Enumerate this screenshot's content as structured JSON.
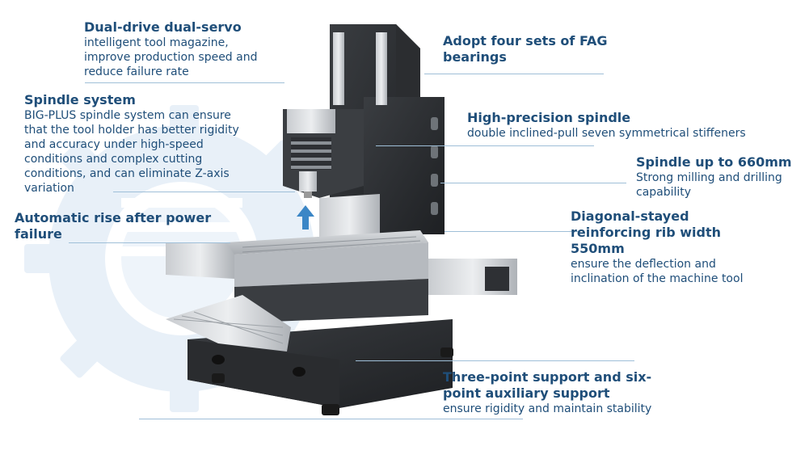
{
  "callouts": [
    {
      "title": "Dual-drive dual-servo",
      "desc": [
        "intelligent tool magazine,",
        "improve production speed and",
        "reduce failure rate"
      ]
    },
    {
      "title": "Spindle system",
      "desc": [
        "BIG-PLUS spindle system can ensure",
        "that the tool holder has better rigidity",
        "and accuracy under high-speed",
        "conditions and complex cutting",
        "conditions, and can eliminate Z-axis",
        "variation"
      ]
    },
    {
      "title_lines": [
        "Automatic rise after power",
        "failure"
      ]
    },
    {
      "title_lines": [
        "Adopt four sets of FAG",
        "bearings"
      ]
    },
    {
      "title": "High-precision spindle",
      "desc": [
        "double inclined-pull seven symmetrical stiffeners"
      ]
    },
    {
      "title": "Spindle up to 660mm",
      "desc": [
        "Strong milling and drilling",
        "capability"
      ]
    },
    {
      "title_lines": [
        "Diagonal-stayed",
        "reinforcing rib width",
        "550mm"
      ],
      "desc": [
        "ensure the deflection and",
        "inclination of the machine tool"
      ]
    },
    {
      "title_lines": [
        "Three-point support and six-",
        "point auxiliary support"
      ],
      "desc": [
        "ensure rigidity and maintain stability"
      ]
    }
  ],
  "colors": {
    "text": "#1f4e79",
    "gear": "#e6eff7",
    "arrow": "#3b86c6",
    "leader": "#9fbfd8"
  }
}
